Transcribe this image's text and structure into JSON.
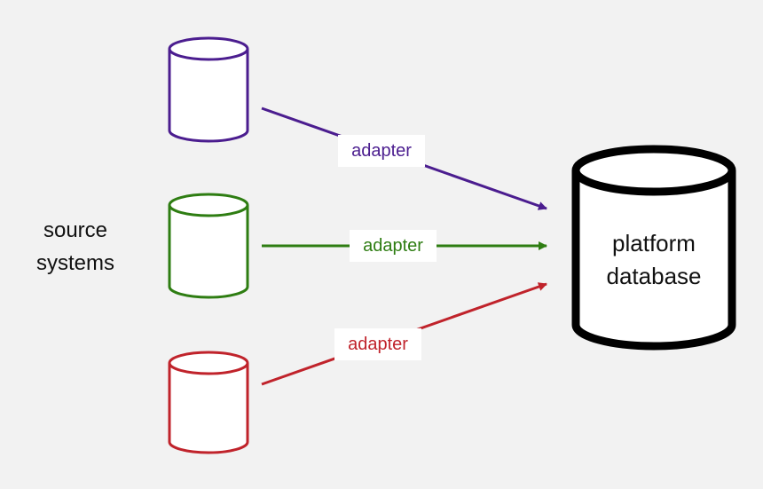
{
  "source_systems": {
    "label_line1": "source",
    "label_line2": "systems"
  },
  "platform_database": {
    "label_line1": "platform",
    "label_line2": "database"
  },
  "adapters": [
    {
      "label": "adapter",
      "color": "#4b1d8f"
    },
    {
      "label": "adapter",
      "color": "#2e7d12"
    },
    {
      "label": "adapter",
      "color": "#c0232b"
    }
  ],
  "colors": {
    "background": "#f2f2f2",
    "source_purple": "#4b1d8f",
    "source_green": "#2e7d12",
    "source_red": "#c0232b",
    "platform": "#000000"
  }
}
